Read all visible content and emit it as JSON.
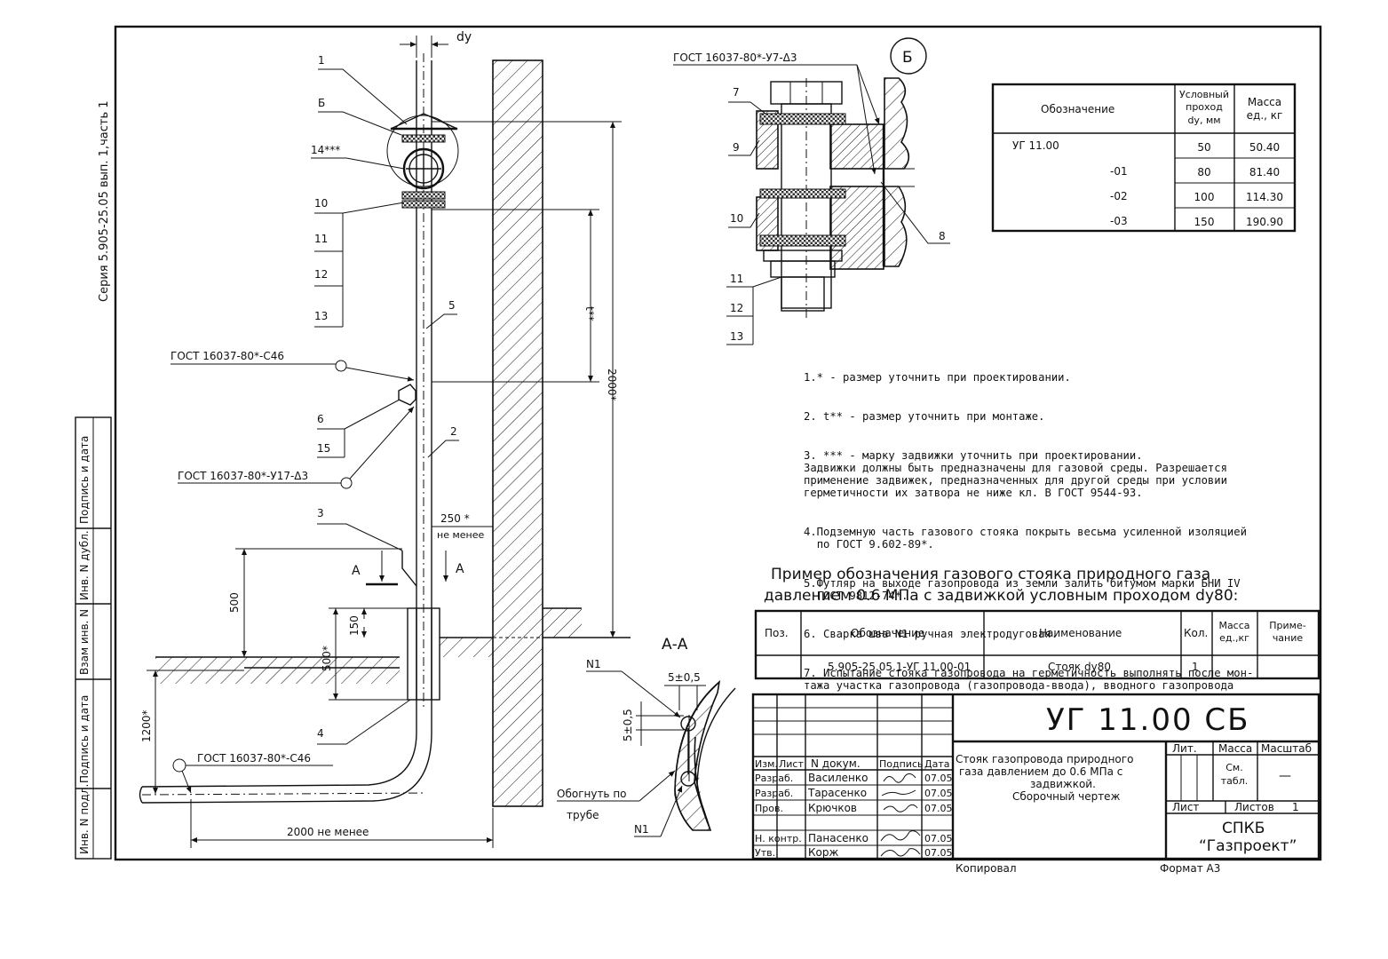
{
  "series_text": "Серия 5.905-25.05 вып. 1,часть 1",
  "side_stamp": [
    "Инв. N подл.",
    "Подпись и дата",
    "Взам инв. N",
    "Инв. N дубл.",
    "Подпись и дата"
  ],
  "main_view": {
    "dim_dy": "dy",
    "callouts_left": [
      "1",
      "Б",
      "14***",
      "10",
      "11",
      "12",
      "13"
    ],
    "pos_5": "5",
    "pos_2": "2",
    "pos_6": "6",
    "pos_15": "15",
    "pos_3": "3",
    "pos_4": "4",
    "gost_c46_top": "ГОСТ 16037-80*-С46",
    "gost_u17": "ГОСТ 16037-80*-У17-Δ3",
    "gost_c46_bottom": "ГОСТ 16037-80*-С46",
    "dim_t": "t**",
    "dim_2000": "2000*",
    "dim_250": "250 *",
    "dim_250_note": "не менее",
    "section_mark": "A",
    "dim_500": "500",
    "dim_150": "150",
    "dim_500s": "500*",
    "dim_1200": "1200*",
    "dim_2000_min": "2000 не менее"
  },
  "detail_b": {
    "title": "Б",
    "gost": "ГОСТ 16037-80*-У7-Δ3",
    "callouts": [
      "7",
      "9",
      "10",
      "11",
      "12",
      "13",
      "8"
    ]
  },
  "section_aa": {
    "title": "А-А",
    "n1_top": "N1",
    "n1_bottom": "N1",
    "dim_h": "5±0,5",
    "dim_v": "5±0,5",
    "bend_note_1": "Обогнуть по",
    "bend_note_2": "трубе"
  },
  "mass_table": {
    "headers": [
      "Обозначение",
      "Условный проход dy, мм",
      "Масса ед., кг"
    ],
    "rows": [
      [
        "УГ 11.00",
        "50",
        "50.40"
      ],
      [
        "-01",
        "80",
        "81.40"
      ],
      [
        "-02",
        "100",
        "114.30"
      ],
      [
        "-03",
        "150",
        "190.90"
      ]
    ]
  },
  "notes": [
    "1.* - размер уточнить при проектировании.",
    "2. t** - размер уточнить при монтаже.",
    "3. *** - марку задвижки уточнить при проектировании.\nЗадвижки должны быть предназначены для газовой среды. Разрешается\nприменение задвижек, предназначенных для другой среды при условии\nгерметичности их затвора не ниже кл. В ГОСТ 9544-93.",
    "4.Подземную часть газового стояка покрыть весьма усиленной изоляцией\n  по ГОСТ 9.602-89*.",
    "5.Футляр на выходе газопровода из земли залить битумом марки БНИ IV\n  ГОСТ 9812-74*.",
    "6. Сварка шва N1 ручная электродуговая.",
    "7. Испытание стояка газопровода на герметичность выполнять после мон-\nтажа участка газопровода (газопровода-ввода), вводного газопровода"
  ],
  "example": {
    "line1": "Пример обозначения газового стояка природного газа",
    "line2": "давлением 0.6 МПа с задвижкой условным проходом dy80:",
    "headers": [
      "Поз.",
      "Обозначение",
      "Наименование",
      "Кол.",
      "Масса ед.,кг",
      "Приме-чание"
    ],
    "row": [
      "",
      "5.905-25.05.1-УГ 11.00-01",
      "Стояк dy80",
      "1",
      "",
      ""
    ]
  },
  "title_block": {
    "code": "УГ 11.00 СБ",
    "description": [
      "Стояк газопровода природного",
      "газа давлением до 0.6 МПа с",
      "задвижкой.",
      "Сборочный чертеж"
    ],
    "col_headers": [
      "Изм.",
      "Лист",
      "N докум.",
      "Подпись",
      "Дата"
    ],
    "people": [
      {
        "role": "Разраб.",
        "name": "Василенко",
        "date": "07.05"
      },
      {
        "role": "Разраб.",
        "name": "Тарасенко",
        "date": "07.05"
      },
      {
        "role": "Пров.",
        "name": "Крючков",
        "date": "07.05"
      },
      {
        "role": "Н. контр.",
        "name": "Панасенко",
        "date": "07.05"
      },
      {
        "role": "Утв.",
        "name": "Корж",
        "date": "07.05"
      }
    ],
    "lit": "Лит.",
    "massa": "Масса",
    "masshtab": "Масштаб",
    "massa_value": "См. табл.",
    "masshtab_value": "—",
    "list": "Лист",
    "listov": "Листов",
    "listov_value": "1",
    "org_1": "СПКБ",
    "org_2": "“Газпроект”",
    "kopiroval": "Копировал",
    "format": "Формат А3"
  }
}
